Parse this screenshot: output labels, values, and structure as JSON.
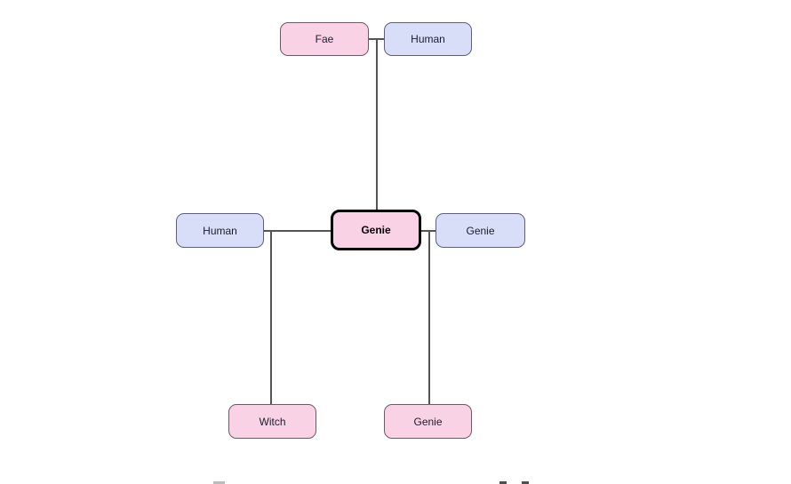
{
  "diagram": {
    "type": "family-tree",
    "selected_node": "Genie",
    "nodes": [
      {
        "id": "fae",
        "label": "Fae",
        "style": "pink",
        "role": "parent-partner-top-left"
      },
      {
        "id": "human-top",
        "label": "Human",
        "style": "lavender",
        "role": "parent-partner-top-right"
      },
      {
        "id": "human-left",
        "label": "Human",
        "style": "lavender",
        "role": "partner-left"
      },
      {
        "id": "genie-center",
        "label": "Genie",
        "style": "selected",
        "role": "focus-person"
      },
      {
        "id": "genie-right",
        "label": "Genie",
        "style": "lavender",
        "role": "partner-right"
      },
      {
        "id": "witch",
        "label": "Witch",
        "style": "pink",
        "role": "child-left"
      },
      {
        "id": "genie-bottom",
        "label": "Genie",
        "style": "pink",
        "role": "child-right"
      }
    ],
    "edges": [
      {
        "from": "fae",
        "to": "human-top",
        "kind": "couple"
      },
      {
        "from": "fae+human-top",
        "to": "genie-center",
        "kind": "parent-child"
      },
      {
        "from": "human-left",
        "to": "genie-center",
        "kind": "couple"
      },
      {
        "from": "human-left+genie-center",
        "to": "witch",
        "kind": "parent-child"
      },
      {
        "from": "genie-center",
        "to": "genie-right",
        "kind": "couple"
      },
      {
        "from": "genie-center+genie-right",
        "to": "genie-bottom",
        "kind": "parent-child"
      }
    ],
    "colors": {
      "female_fill": "#fad2e6",
      "male_fill": "#d8def8",
      "female_border": "#6e5a66",
      "male_border": "#5f5f7d",
      "selected_border": "#000000",
      "edge": "#555555",
      "background": "#ffffff"
    }
  }
}
